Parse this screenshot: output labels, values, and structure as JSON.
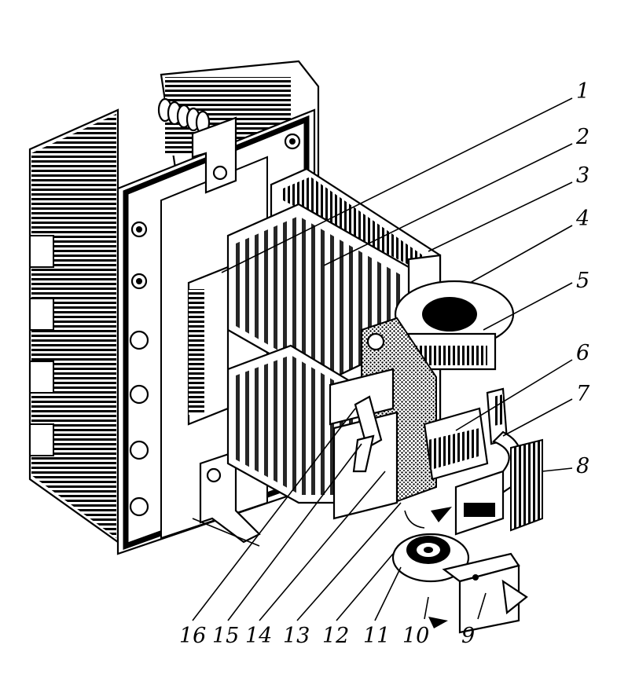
{
  "diagram": {
    "labels": [
      "1",
      "2",
      "3",
      "4",
      "5",
      "6",
      "7",
      "8",
      "9",
      "10",
      "11",
      "12",
      "13",
      "14",
      "15",
      "16"
    ]
  },
  "colors": {
    "ink": "#000000",
    "paper": "#ffffff"
  }
}
